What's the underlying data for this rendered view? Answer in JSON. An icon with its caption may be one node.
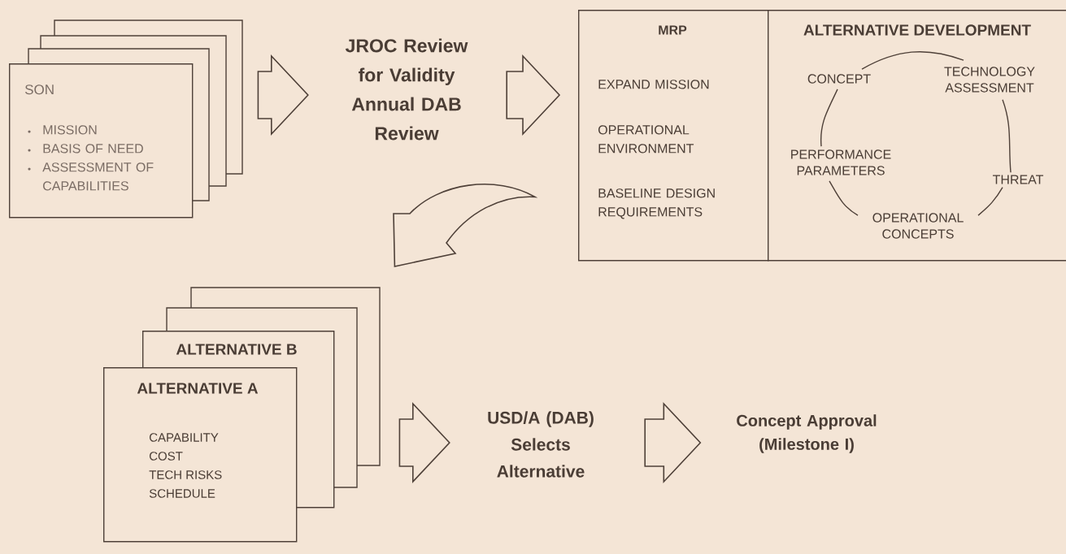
{
  "diagram": {
    "nodes": [
      {
        "text": [
          "SON",
          "MISSION",
          "BASIS OF NEED",
          "ASSESSMENT OF CAPABILITIES"
        ]
      },
      {
        "text": [
          "JROC Review for Validity Annual DAB Review"
        ]
      },
      {
        "text": [
          "MRP",
          "EXPAND MISSION",
          "OPERATIONAL ENVIRONMENT",
          "BASELINE DESIGN REQUIREMENTS"
        ]
      },
      {
        "text": [
          "ALTERNATIVE DEVELOPMENT"
        ]
      },
      {
        "text": [
          "CONCEPT"
        ],
        "in": 3
      },
      {
        "text": [
          "TECHNOLOGY ASSESSMENT"
        ],
        "in": 3
      },
      {
        "text": [
          "THREAT"
        ],
        "in": 3
      },
      {
        "text": [
          "OPERATIONAL CONCEPTS"
        ],
        "in": 3
      },
      {
        "text": [
          "PERFORMANCE PARAMETERS"
        ],
        "in": 3
      },
      {
        "text": [
          "ALTERNATIVE B"
        ]
      },
      {
        "text": [
          "ALTERNATIVE A",
          "CAPABILITY",
          "COST",
          "TECH RISKS",
          "SCHEDULE"
        ]
      },
      {
        "text": [
          "USD/A (DAB) Selects Alternative"
        ]
      },
      {
        "text": [
          "Concept Approval (Milestone I)"
        ]
      }
    ],
    "edges": [
      {
        "from": 0,
        "to": 1,
        "arrow": "to"
      },
      {
        "from": 1,
        "to": 2,
        "arrow": "to"
      },
      {
        "from": 2,
        "to": 9,
        "arrow": "to"
      },
      {
        "from": 9,
        "to": 11,
        "arrow": "to"
      },
      {
        "from": 11,
        "to": 12,
        "arrow": "to"
      },
      {
        "from": 4,
        "to": 5,
        "arrow": "none"
      },
      {
        "from": 5,
        "to": 6,
        "arrow": "none"
      },
      {
        "from": 6,
        "to": 7,
        "arrow": "none"
      },
      {
        "from": 7,
        "to": 8,
        "arrow": "none"
      },
      {
        "from": 8,
        "to": 4,
        "arrow": "none"
      }
    ]
  }
}
